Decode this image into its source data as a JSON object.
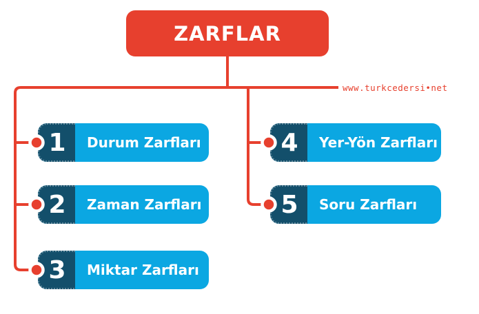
{
  "title": "ZARFLAR",
  "watermark": "www.turkcedersi•net",
  "colors": {
    "accent_red": "#E7402E",
    "item_blue": "#0BA7E2",
    "item_navy": "#134F6B",
    "text_white": "#FFFFFF",
    "background": "#FFFFFF"
  },
  "items": [
    {
      "number": "1",
      "label": "Durum Zarfları",
      "column": "left"
    },
    {
      "number": "2",
      "label": "Zaman Zarfları",
      "column": "left"
    },
    {
      "number": "3",
      "label": "Miktar Zarfları",
      "column": "left"
    },
    {
      "number": "4",
      "label": "Yer-Yön Zarfları",
      "column": "right"
    },
    {
      "number": "5",
      "label": "Soru Zarfları",
      "column": "right"
    }
  ]
}
